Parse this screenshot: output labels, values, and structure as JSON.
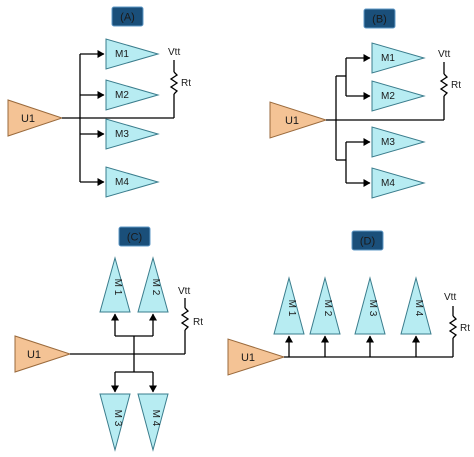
{
  "panels": {
    "a": {
      "label": "(A)",
      "driver": "U1",
      "receivers": [
        "M1",
        "M2",
        "M3",
        "M4"
      ],
      "vtt": "Vtt",
      "resistor": "Rt"
    },
    "b": {
      "label": "(B)",
      "driver": "U1",
      "receivers": [
        "M1",
        "M2",
        "M3",
        "M4"
      ],
      "vtt": "Vtt",
      "resistor": "Rt"
    },
    "c": {
      "label": "(C)",
      "driver": "U1",
      "receivers": [
        "M 1",
        "M 2",
        "M 3",
        "M 4"
      ],
      "vtt": "Vtt",
      "resistor": "Rt"
    },
    "d": {
      "label": "(D)",
      "driver": "U1",
      "receivers": [
        "M 1",
        "M 2",
        "M 3",
        "M 4"
      ],
      "vtt": "Vtt",
      "resistor": "Rt"
    }
  },
  "colors": {
    "receiver_fill": "#b7ecf2",
    "driver_fill": "#f4c395",
    "label_fill": "#1a4f7a"
  }
}
